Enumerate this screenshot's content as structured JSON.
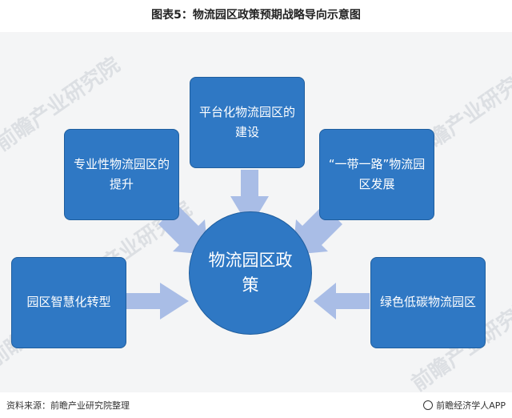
{
  "title": "图表5：物流园区政策预期战略导向示意图",
  "center": "物流园区政策",
  "nodes": {
    "top": "平台化物流园区的建设",
    "upper_left": "专业性物流园区的提升",
    "upper_right": "“一带一路”物流园区发展",
    "left": "园区智慧化转型",
    "right": "绿色低碳物流园区"
  },
  "watermark": "前瞻产业研究院",
  "footer": {
    "source": "资料来源：前瞻产业研究院整理",
    "brand": "前瞻经济学人APP"
  },
  "colors": {
    "node": "#2f78c4",
    "arrow": "#a9bde6",
    "background": "#f4f5f6"
  }
}
